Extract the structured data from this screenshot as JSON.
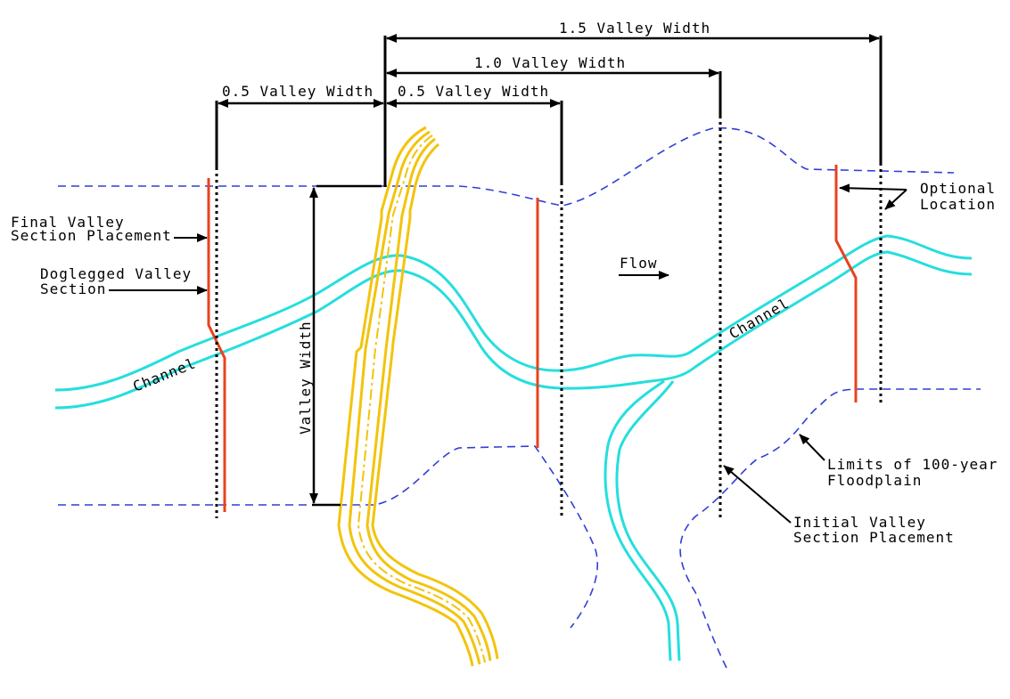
{
  "labels": {
    "dim_1_5": "1.5 Valley Width",
    "dim_1_0": "1.0 Valley Width",
    "dim_0_5_left": "0.5 Valley Width",
    "dim_0_5_right": "0.5 Valley Width",
    "valley_width": "Valley Width",
    "final_line1": "Final Valley",
    "final_line2": "Section Placement",
    "dogleg_line1": "Doglegged Valley",
    "dogleg_line2": "Section",
    "channel_left": "Channel",
    "channel_right": "Channel",
    "flow": "Flow",
    "optional_line1": "Optional",
    "optional_line2": "Location",
    "limits_line1": "Limits of 100-year",
    "limits_line2": "Floodplain",
    "initial_line1": "Initial Valley",
    "initial_line2": "Section Placement"
  },
  "colors": {
    "floodplain": "#2f3fd6",
    "channel": "#26dede",
    "road": "#f2c40c",
    "final_section": "#e8421e",
    "dimension": "#000000"
  }
}
